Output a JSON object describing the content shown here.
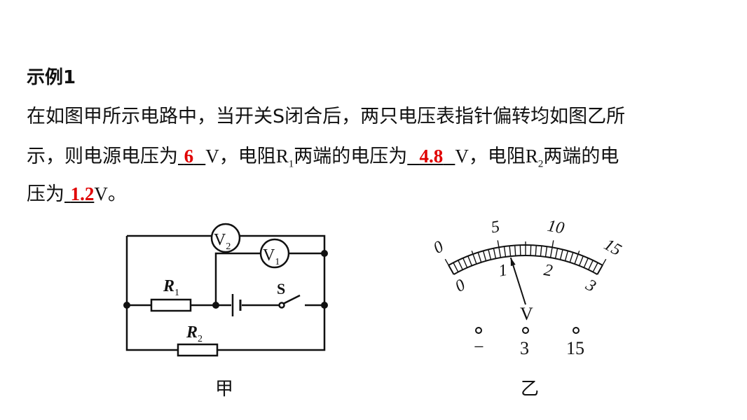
{
  "title": "示例1",
  "question": {
    "line1": "在如图甲所示电路中，当开关S闭合后，两只电压表指针偏转均如图乙所",
    "line2_a": "示，则电源电压为",
    "answer1": "6",
    "line2_b": "V，电阻R",
    "sub1": "1",
    "line2_c": "两端的电压为",
    "answer2": "4.8",
    "line2_d": "V，电阻R",
    "sub2": "2",
    "line2_e": "两端的电",
    "line3_a": "压为",
    "answer3": "1.2",
    "line3_b": "V。"
  },
  "circuit": {
    "v2": "V",
    "v2_sub": "2",
    "v1": "V",
    "v1_sub": "1",
    "r1": "R",
    "r1_sub": "1",
    "r2": "R",
    "r2_sub": "2",
    "switch": "S",
    "caption": "甲"
  },
  "meter": {
    "upper_scale": [
      "0",
      "5",
      "10",
      "15"
    ],
    "lower_scale": [
      "0",
      "1",
      "2",
      "3"
    ],
    "unit": "V",
    "terminals": [
      "−",
      "3",
      "15"
    ],
    "pointer_value_3V_range": 1.2,
    "caption": "乙"
  }
}
